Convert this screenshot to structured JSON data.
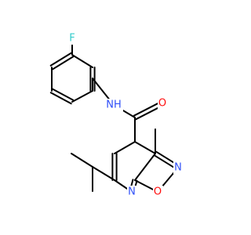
{
  "molecule": {
    "atoms": [
      {
        "id": "F1",
        "label": "F",
        "color": "#33cccc"
      },
      {
        "id": "N1",
        "label": "NH",
        "color": "#3050f8"
      },
      {
        "id": "O1",
        "label": "O",
        "color": "#ff0d0d"
      },
      {
        "id": "N2",
        "label": "N",
        "color": "#3050f8"
      },
      {
        "id": "O2",
        "label": "O",
        "color": "#ff0d0d"
      },
      {
        "id": "N3",
        "label": "N",
        "color": "#3050f8"
      }
    ],
    "bond_color": "#000000"
  }
}
